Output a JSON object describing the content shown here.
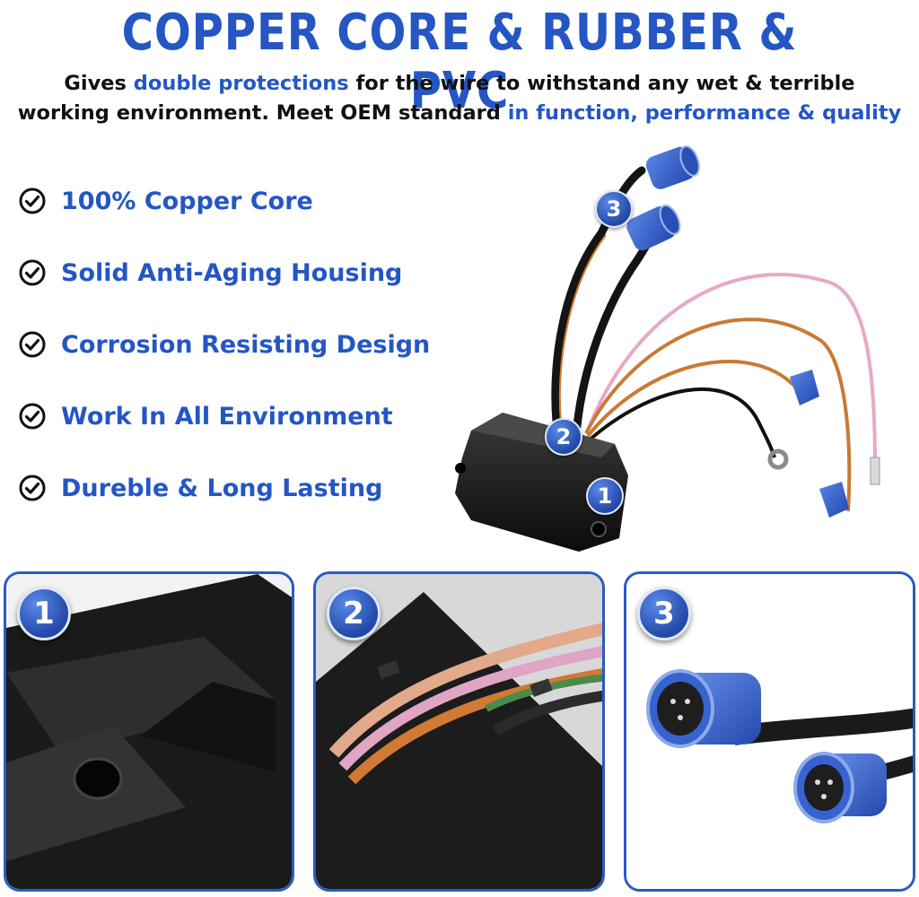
{
  "header": {
    "title": "COPPER CORE & RUBBER & PVC",
    "line1_a": "Gives ",
    "line1_b": "double protections",
    "line1_c": " for the wire to withstand any wet & terrible",
    "line2_a": "working environment. Meet OEM standard ",
    "line2_b": "in function, performance & quality"
  },
  "features": [
    {
      "label": "100% Copper Core"
    },
    {
      "label": "Solid Anti-Aging Housing"
    },
    {
      "label": "Corrosion Resisting Design"
    },
    {
      "label": "Work In All Environment"
    },
    {
      "label": "Dureble & Long Lasting"
    }
  ],
  "product_callouts": [
    "1",
    "2",
    "3"
  ],
  "detail_panels": [
    {
      "badge": "1"
    },
    {
      "badge": "2"
    },
    {
      "badge": "3"
    }
  ],
  "colors": {
    "accent": "#2456c4",
    "text": "#111111",
    "panel_border": "#2a5bbf"
  },
  "icons": {
    "feature_marker": "check-circle-icon"
  }
}
